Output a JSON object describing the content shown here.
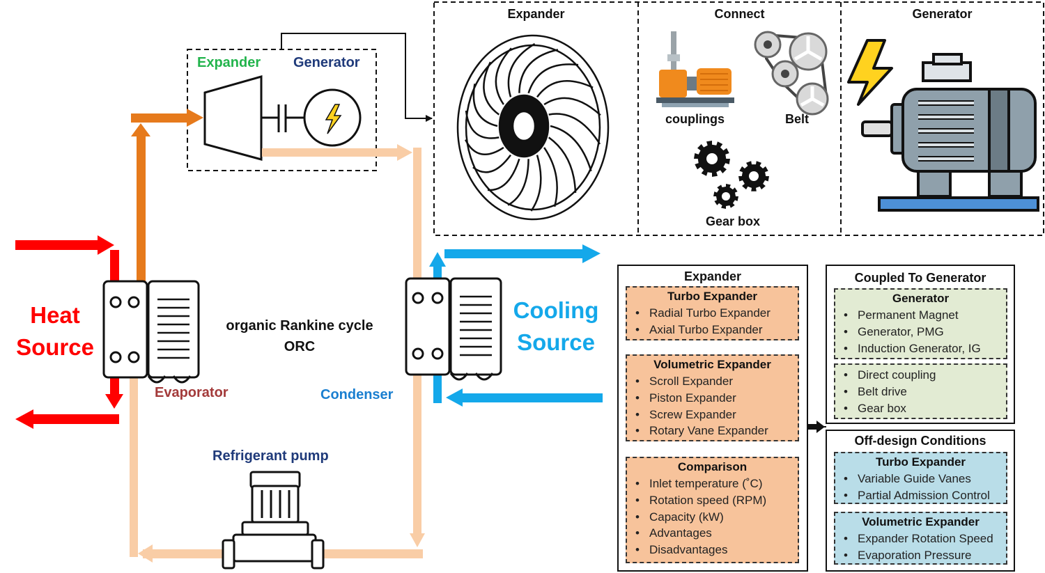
{
  "colors": {
    "hot": "#ff0000",
    "vapor": "#e67a1c",
    "vapor_light": "#f9cda6",
    "cool": "#14a8ea",
    "evaporator_label": "#a33a3a",
    "condenser_label": "#1a7fd0",
    "expander_label": "#22b44c",
    "generator_label": "#1f3a7a",
    "pump_label": "#1f3a7a",
    "orange_panel": "#f7c39b",
    "green_panel": "#e2ebd3",
    "blue_panel": "#b9dde8"
  },
  "cycle": {
    "heat_source": [
      "Heat",
      "Source"
    ],
    "cooling_source": [
      "Cooling",
      "Source"
    ],
    "orc_title": "organic Rankine cycle",
    "orc_abbr": "ORC",
    "evaporator": "Evaporator",
    "condenser": "Condenser",
    "pump": "Refrigerant pump",
    "expander": "Expander",
    "generator": "Generator"
  },
  "top_panel": {
    "expander_title": "Expander",
    "connect_title": "Connect",
    "generator_title": "Generator",
    "couplings": "couplings",
    "belt": "Belt",
    "gearbox": "Gear box",
    "icons": [
      "radial-turbine-icon",
      "coupling-motor-icon",
      "belt-pulley-icon",
      "gears-icon",
      "lightning-icon",
      "electric-motor-icon"
    ]
  },
  "expander_panel": {
    "title": "Expander",
    "groups": [
      {
        "title": "Turbo Expander",
        "items": [
          "Radial Turbo Expander",
          "Axial Turbo Expander"
        ]
      },
      {
        "title": "Volumetric Expander",
        "items": [
          "Scroll Expander",
          "Piston Expander",
          "Screw Expander",
          "Rotary Vane Expander"
        ]
      },
      {
        "title": "Comparison",
        "items": [
          "Inlet temperature (˚C)",
          "Rotation speed (RPM)",
          "Capacity (kW)",
          "Advantages",
          "Disadvantages"
        ]
      }
    ]
  },
  "coupled_panel": {
    "title": "Coupled To Generator",
    "generator_title": "Generator",
    "generator_items": [
      "Permanent Magnet",
      "Generator, PMG",
      "Induction Generator, IG"
    ],
    "coupling_items": [
      "Direct coupling",
      "Belt drive",
      "Gear box"
    ]
  },
  "offdesign_panel": {
    "title": "Off-design Conditions",
    "groups": [
      {
        "title": "Turbo Expander",
        "items": [
          "Variable Guide Vanes",
          "Partial Admission Control"
        ]
      },
      {
        "title": "Volumetric Expander",
        "items": [
          "Expander Rotation Speed",
          "Evaporation Pressure"
        ]
      }
    ]
  }
}
